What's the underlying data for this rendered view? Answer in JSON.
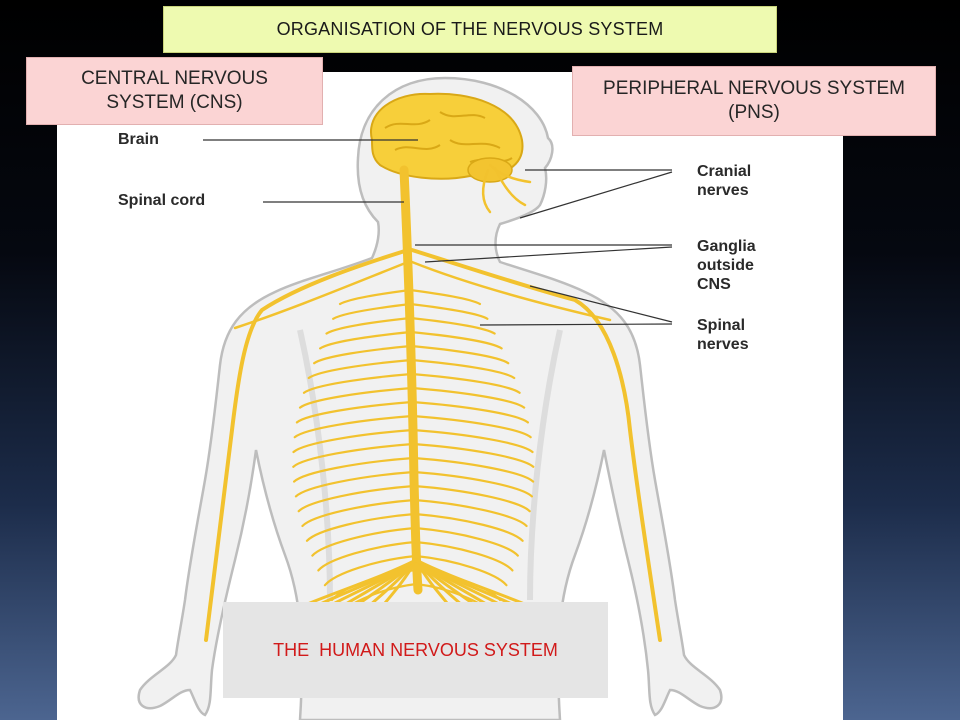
{
  "slide": {
    "title": "ORGANISATION OF THE NERVOUS SYSTEM",
    "cns_box": {
      "line1": "CENTRAL NERVOUS",
      "line2": "SYSTEM (CNS)"
    },
    "pns_box": {
      "line1": "PERIPHERAL NERVOUS SYSTEM",
      "line2": "(PNS)"
    },
    "caption": "THE  HUMAN NERVOUS SYSTEM"
  },
  "diagram": {
    "labels": {
      "brain": "Brain",
      "spinal_cord": "Spinal cord",
      "cranial_nerves": {
        "line1": "Cranial",
        "line2": "nerves"
      },
      "ganglia": {
        "line1": "Ganglia",
        "line2": "outside",
        "line3": "CNS"
      },
      "spinal_nerves": {
        "line1": "Spinal",
        "line2": "nerves"
      }
    }
  },
  "colors": {
    "title_box": "#eefab0",
    "label_box": "#fbd4d4",
    "caption_box": "#e5e5e5",
    "caption_text": "#d11a1a",
    "nerve": "#f2c22e",
    "body": "#f1f1f1"
  }
}
